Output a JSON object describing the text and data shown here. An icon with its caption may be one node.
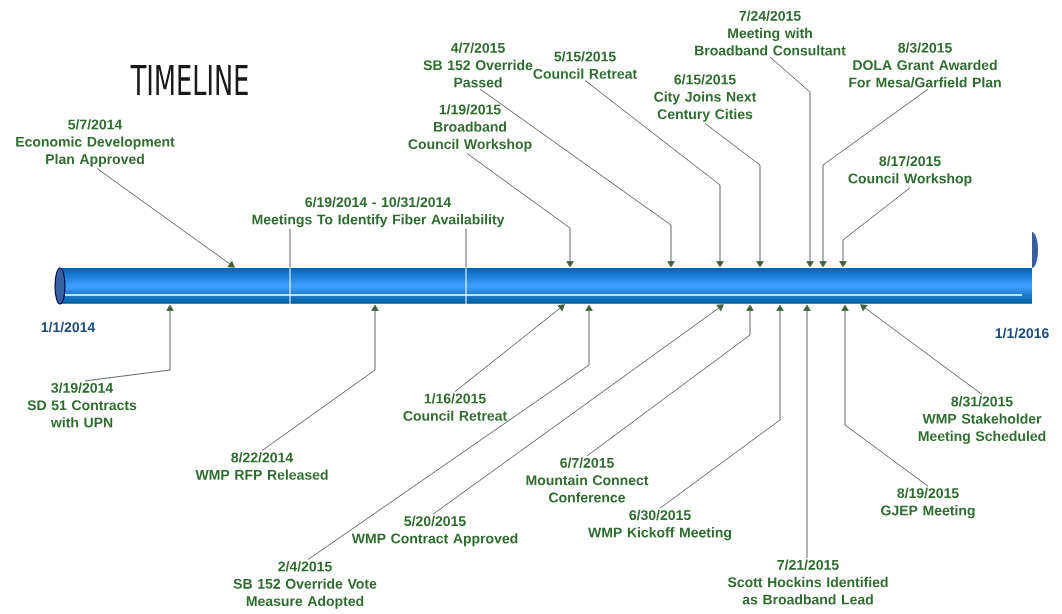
{
  "diagram": {
    "title": "TIMELINE",
    "nodes": [
      {
        "text": [],
        "shape": "bar"
      },
      {
        "text": [
          "5/7/2014",
          "Economic Development Plan Approved"
        ]
      },
      {
        "text": [
          "6/19/2014 - 10/31/2014",
          "Meetings To Identify Fiber Availability"
        ]
      },
      {
        "text": [
          "1/19/2015",
          "Broadband Council Workshop"
        ]
      },
      {
        "text": [
          "4/7/2015",
          "SB 152 Override Passed"
        ]
      },
      {
        "text": [
          "5/15/2015",
          "Council Retreat"
        ]
      },
      {
        "text": [
          "6/15/2015",
          "City Joins Next Century Cities"
        ]
      },
      {
        "text": [
          "7/24/2015",
          "Meeting with Broadband Consultant"
        ]
      },
      {
        "text": [
          "8/3/2015",
          "DOLA Grant Awarded For Mesa/Garfield Plan"
        ]
      },
      {
        "text": [
          "8/17/2015",
          "Council Workshop"
        ]
      },
      {
        "text": [
          "3/19/2014",
          "SD 51 Contracts with UPN"
        ]
      },
      {
        "text": [
          "8/22/2014",
          "WMP RFP Released"
        ]
      },
      {
        "text": [
          "1/16/2015",
          "Council Retreat"
        ]
      },
      {
        "text": [
          "2/4/2015",
          "SB 152 Override Vote Measure Adopted"
        ]
      },
      {
        "text": [
          "5/20/2015",
          "WMP Contract Approved"
        ]
      },
      {
        "text": [
          "6/7/2015",
          "Mountain Connect Conference"
        ]
      },
      {
        "text": [
          "6/30/2015",
          "WMP Kickoff Meeting"
        ]
      },
      {
        "text": [
          "7/21/2015",
          "Scott Hockins Identified as Broadband Lead"
        ]
      },
      {
        "text": [
          "8/19/2015",
          "GJEP Meeting"
        ]
      },
      {
        "text": [
          "8/31/2015",
          "WMP Stakeholder Meeting Scheduled"
        ]
      }
    ],
    "edges": [
      {
        "from": 1,
        "to": 0,
        "arrow": "to"
      },
      {
        "from": 2,
        "to": 0,
        "arrow": "none"
      },
      {
        "from": 2,
        "to": 0,
        "arrow": "none"
      },
      {
        "from": 3,
        "to": 0,
        "arrow": "to"
      },
      {
        "from": 4,
        "to": 0,
        "arrow": "to"
      },
      {
        "from": 5,
        "to": 0,
        "arrow": "to"
      },
      {
        "from": 6,
        "to": 0,
        "arrow": "to"
      },
      {
        "from": 7,
        "to": 0,
        "arrow": "to"
      },
      {
        "from": 8,
        "to": 0,
        "arrow": "to"
      },
      {
        "from": 9,
        "to": 0,
        "arrow": "to"
      },
      {
        "from": 10,
        "to": 0,
        "arrow": "to"
      },
      {
        "from": 11,
        "to": 0,
        "arrow": "to"
      },
      {
        "from": 12,
        "to": 0,
        "arrow": "to"
      },
      {
        "from": 13,
        "to": 0,
        "arrow": "to"
      },
      {
        "from": 14,
        "to": 0,
        "arrow": "to"
      },
      {
        "from": 15,
        "to": 0,
        "arrow": "to"
      },
      {
        "from": 16,
        "to": 0,
        "arrow": "to"
      },
      {
        "from": 17,
        "to": 0,
        "arrow": "to"
      },
      {
        "from": 18,
        "to": 0,
        "arrow": "to"
      },
      {
        "from": 19,
        "to": 0,
        "arrow": "to"
      }
    ],
    "labels": [
      "1/1/2014",
      "1/1/2016"
    ]
  }
}
